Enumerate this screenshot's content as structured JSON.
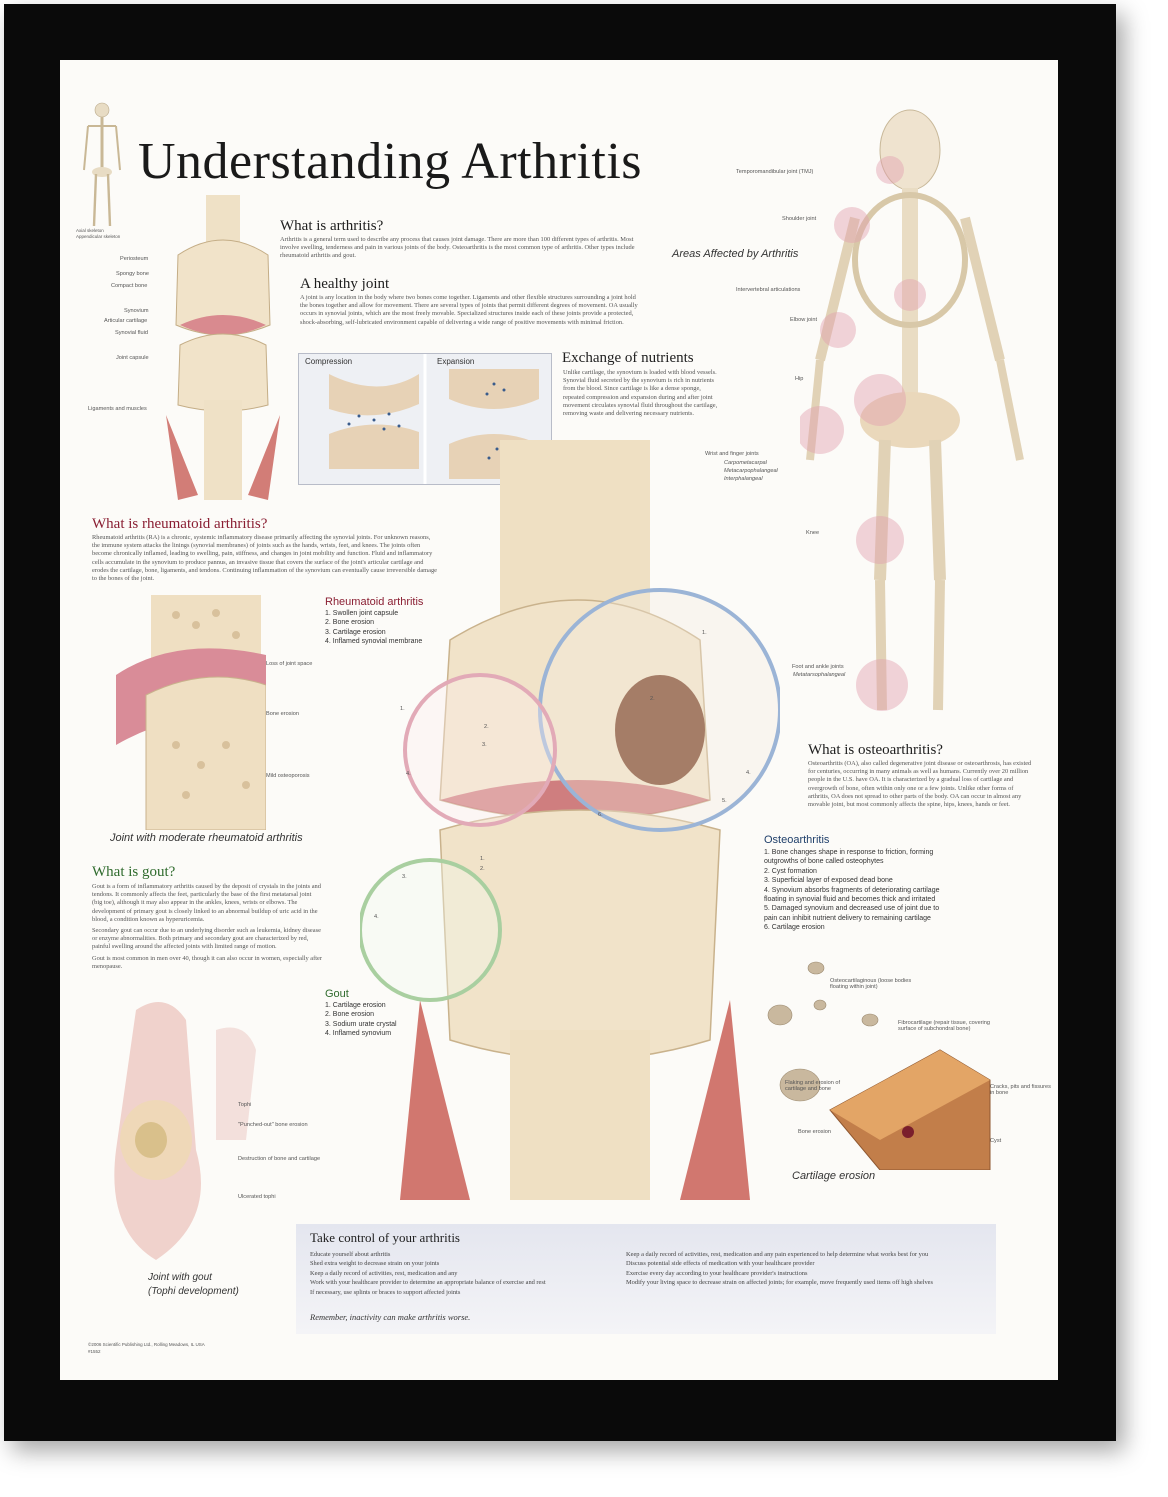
{
  "poster": {
    "title": "Understanding Arthritis",
    "skeleton_legend": [
      "Axial skeleton",
      "Appendicular skeleton"
    ],
    "sections": {
      "what_is_arthritis": {
        "heading": "What is arthritis?",
        "body": "Arthritis is a general term used to describe any process that causes joint damage. There are more than 100 different types of arthritis. Most involve swelling, tenderness and pain in various joints of the body. Osteoarthritis is the most common type of arthritis. Other types include rheumatoid arthritis and gout."
      },
      "healthy_joint": {
        "heading": "A healthy joint",
        "body": "A joint is any location in the body where two bones come together. Ligaments and other flexible structures surrounding a joint hold the bones together and allow for movement. There are several types of joints that permit different degrees of movement. OA usually occurs in synovial joints, which are the most freely movable. Specialized structures inside each of these joints provide a protected, shock-absorbing, self-lubricated environment capable of delivering a wide range of positive movements with minimal friction.",
        "labels": [
          "Periosteum",
          "Spongy bone",
          "Compact bone",
          "Synovium",
          "Articular cartilage",
          "Synovial fluid",
          "Joint capsule",
          "Ligaments and muscles"
        ]
      },
      "exchange": {
        "heading": "Exchange of nutrients",
        "compression": "Compression",
        "expansion": "Expansion",
        "body": "Unlike cartilage, the synovium is loaded with blood vessels. Synovial fluid secreted by the synovium is rich in nutrients from the blood. Since cartilage is like a dense sponge, repeated compression and expansion during and after joint movement circulates synovial fluid throughout the cartilage, removing waste and delivering necessary nutrients."
      },
      "areas_affected": {
        "caption": "Areas Affected by Arthritis",
        "labels_left": [
          "Temporomandibular joint (TMJ)",
          "Shoulder joint",
          "Intervertebral articulations",
          "Elbow joint",
          "Hip",
          "Wrist and finger joints",
          "Carpometacarpal",
          "Metacarpophalangeal",
          "Interphalangeal",
          "Knee",
          "Foot and ankle joints",
          "Metatarsophalangeal"
        ]
      },
      "rheumatoid": {
        "heading": "What is rheumatoid arthritis?",
        "body": "Rheumatoid arthritis (RA) is a chronic, systemic inflammatory disease primarily affecting the synovial joints. For unknown reasons, the immune system attacks the linings (synovial membranes) of joints such as the hands, wrists, feet, and knees. The joints often become chronically inflamed, leading to swelling, pain, stiffness, and changes in joint mobility and function. Fluid and inflammatory cells accumulate in the synovium to produce pannus, an invasive tissue that covers the surface of the joint's articular cartilage and erodes the cartilage, bone, ligaments, and tendons. Continuing inflammation of the synovium can eventually cause irreversible damage to the bones of the joint.",
        "labels": [
          "Loss of joint space",
          "Bone erosion",
          "Mild osteoporosis"
        ],
        "caption": "Joint with moderate rheumatoid arthritis",
        "list_title": "Rheumatoid arthritis",
        "list": [
          "1. Swollen joint capsule",
          "2. Bone erosion",
          "3. Cartilage erosion",
          "4. Inflamed synovial membrane"
        ]
      },
      "gout": {
        "heading": "What is gout?",
        "body1": "Gout is a form of inflammatory arthritis caused by the deposit of crystals in the joints and tendons. It commonly affects the feet, particularly the base of the first metatarsal joint (big toe), although it may also appear in the ankles, knees, wrists or elbows. The development of primary gout is closely linked to an abnormal buildup of uric acid in the blood, a condition known as hyperuricemia.",
        "body2": "Secondary gout can occur due to an underlying disorder such as leukemia, kidney disease or enzyme abnormalities. Both primary and secondary gout are characterized by red, painful swelling around the affected joints with limited range of motion.",
        "body3": "Gout is most common in men over 40, though it can also occur in women, especially after menopause.",
        "labels": [
          "Tophi",
          "\"Punched-out\" bone erosion",
          "Destruction of bone and cartilage",
          "Ulcerated tophi"
        ],
        "caption1": "Joint with gout",
        "caption2": "(Tophi development)",
        "list_title": "Gout",
        "list": [
          "1. Cartilage erosion",
          "2. Bone erosion",
          "3. Sodium urate crystal",
          "4. Inflamed synovium"
        ]
      },
      "osteoarthritis": {
        "heading": "What is osteoarthritis?",
        "body": "Osteoarthritis (OA), also called degenerative joint disease or osteoarthrosis, has existed for centuries, occurring in many animals as well as humans. Currently over 20 million people in the U.S. have OA. It is characterized by a gradual loss of cartilage and overgrowth of bone, often within only one or a few joints. Unlike other forms of arthritis, OA does not spread to other parts of the body. OA can occur in almost any movable joint, but most commonly affects the spine, hips, knees, hands or feet.",
        "list_title": "Osteoarthritis",
        "list": [
          "1. Bone changes shape in response to friction, forming outgrowths of bone called osteophytes",
          "2. Cyst formation",
          "3. Superficial layer of exposed dead bone",
          "4. Synovium absorbs fragments of deteriorating cartilage floating in synovial fluid and becomes thick and irritated",
          "5. Damaged synovium and decreased use of joint due to pain can inhibit nutrient delivery to remaining cartilage",
          "6. Cartilage erosion"
        ]
      },
      "cartilage_erosion": {
        "caption": "Cartilage erosion",
        "labels": [
          "Osteocartilaginous (loose bodies floating within joint)",
          "Fibrocartilage (repair tissue, covering surface of subchondral bone)",
          "Flaking and erosion of cartilage and bone",
          "Cracks, pits and fissures in bone",
          "Bone erosion",
          "Cyst"
        ]
      },
      "diagram_numbers": [
        "1.",
        "2.",
        "3.",
        "4.",
        "5.",
        "6."
      ],
      "take_control": {
        "heading": "Take control of your arthritis",
        "left": [
          "Educate yourself about arthritis",
          "Shed extra weight to decrease strain on your joints",
          "Keep a daily record of activities, rest, medication and any",
          "Work with your healthcare provider to determine an appropriate balance of exercise and rest",
          "If necessary, use splints or braces to support affected joints"
        ],
        "right": [
          "Keep a daily record of activities, rest, medication and any pain experienced to help determine what works best for you",
          "Discuss potential side effects of medication with your healthcare provider",
          "Exercise every day according to your healthcare provider's instructions",
          "Modify your living space to decrease strain on affected joints; for example, move frequently used items off high shelves"
        ],
        "footer": "Remember, inactivity can make arthritis worse."
      },
      "copyright": "©2006 Scientific Publishing Ltd., Rolling Meadows, IL USA",
      "catalog": "#1552"
    }
  }
}
